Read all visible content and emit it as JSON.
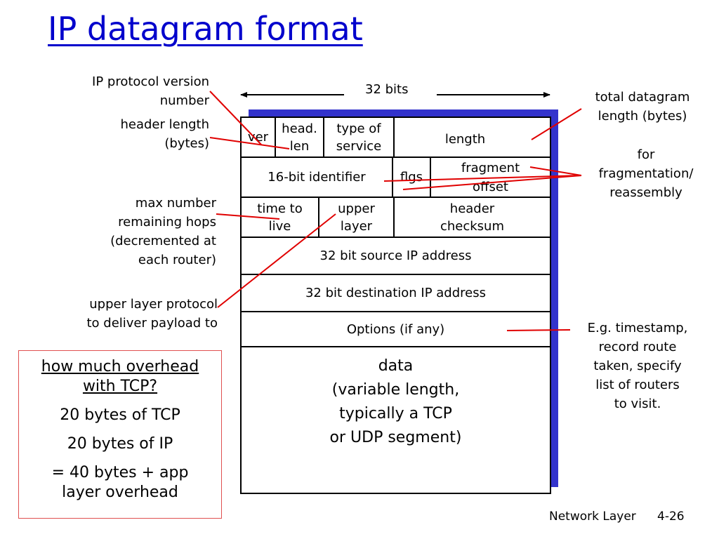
{
  "slide": {
    "title": "IP datagram format",
    "bits_label": "32 bits",
    "fields": {
      "ver": "ver",
      "head_len": [
        "head.",
        "len"
      ],
      "type_of_service": [
        "type of",
        "service"
      ],
      "length": "length",
      "identifier": "16-bit identifier",
      "flgs": "flgs",
      "fragment_offset": [
        "fragment",
        "offset"
      ],
      "time_to_live": [
        "time to",
        "live"
      ],
      "upper_layer": [
        "upper",
        "layer"
      ],
      "header_checksum": [
        "header",
        "checksum"
      ],
      "source_ip": "32 bit source IP address",
      "destination_ip": "32 bit destination IP address",
      "options": "Options (if any)",
      "data": [
        "data",
        "(variable length,",
        "typically a TCP",
        "or UDP segment)"
      ]
    },
    "annotations": {
      "ip_version": [
        "IP protocol version",
        "number"
      ],
      "header_length": [
        "header length",
        "(bytes)"
      ],
      "max_hops": [
        "max number",
        "remaining hops",
        "(decremented at",
        "each router)"
      ],
      "upper_protocol": [
        "upper layer protocol",
        "to deliver payload to"
      ],
      "total_length": [
        "total datagram",
        "length (bytes)"
      ],
      "fragmentation": [
        "for",
        "fragmentation/",
        "reassembly"
      ],
      "options_example": [
        "E.g. timestamp,",
        "record route",
        "taken, specify",
        "list of routers",
        "to visit."
      ]
    },
    "overhead": {
      "question": [
        "how much overhead",
        "with TCP?"
      ],
      "tcp": "20 bytes of TCP",
      "ip": "20 bytes of IP",
      "total": [
        "= 40 bytes + app",
        "layer overhead"
      ]
    },
    "footer": {
      "section": "Network Layer",
      "page": "4-26"
    },
    "colors": {
      "title": "#0000cc",
      "shadow": "#3333cc",
      "pointer_lines": "#e00000",
      "overhead_border": "#e05050"
    }
  }
}
